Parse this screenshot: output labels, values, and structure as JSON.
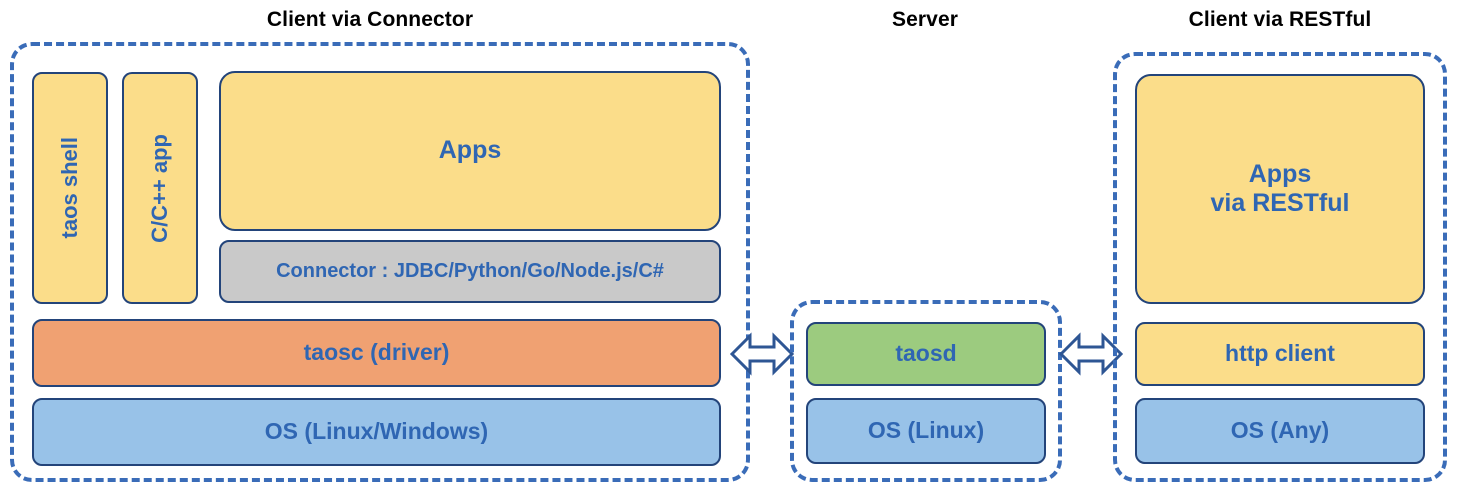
{
  "diagram": {
    "title_client_connector": "Client via Connector",
    "title_server": "Server",
    "title_client_restful": "Client via RESTful",
    "colors": {
      "dashed_border": "#3a6cb8",
      "node_border": "#23447a",
      "node_text": "#2f66b3",
      "title_text": "#000000",
      "yellow": "#fbdd8a",
      "gray": "#c9c9c9",
      "orange": "#f0a172",
      "blue": "#98c2e8",
      "green": "#9ccb7f",
      "background": "#ffffff"
    }
  },
  "client_connector": {
    "taos_shell": "taos shell",
    "c_cpp_app": "C/C++ app",
    "apps": "Apps",
    "connector": "Connector : JDBC/Python/Go/Node.js/C#",
    "taosc": "taosc (driver)",
    "os": "OS (Linux/Windows)"
  },
  "server": {
    "taosd": "taosd",
    "os": "OS (Linux)"
  },
  "client_restful": {
    "apps_line1": "Apps",
    "apps_line2": "via RESTful",
    "http_client": "http client",
    "os": "OS (Any)"
  },
  "connectors": {
    "left_arrow": "bidirectional-arrow",
    "right_arrow": "bidirectional-arrow"
  }
}
